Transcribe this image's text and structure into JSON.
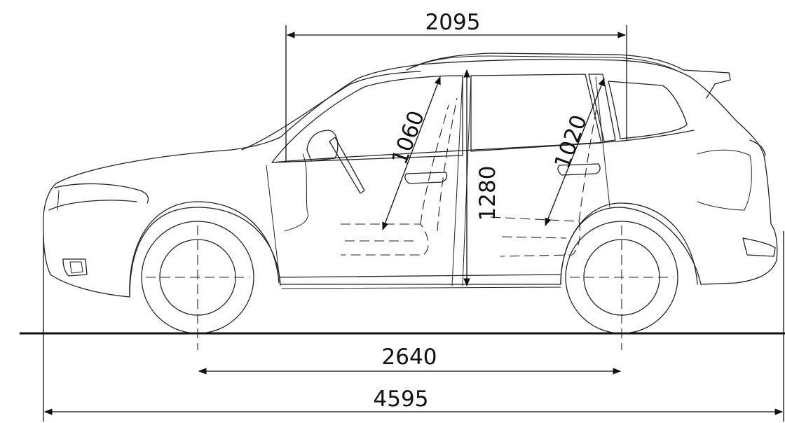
{
  "dimensions": {
    "headroom_span": "2095",
    "front_headroom": "1060",
    "rear_headroom": "1020",
    "interior_height": "1280",
    "wheelbase": "2640",
    "overall_length": "4595"
  },
  "colors": {
    "line": "#222222",
    "background": "#ffffff"
  }
}
